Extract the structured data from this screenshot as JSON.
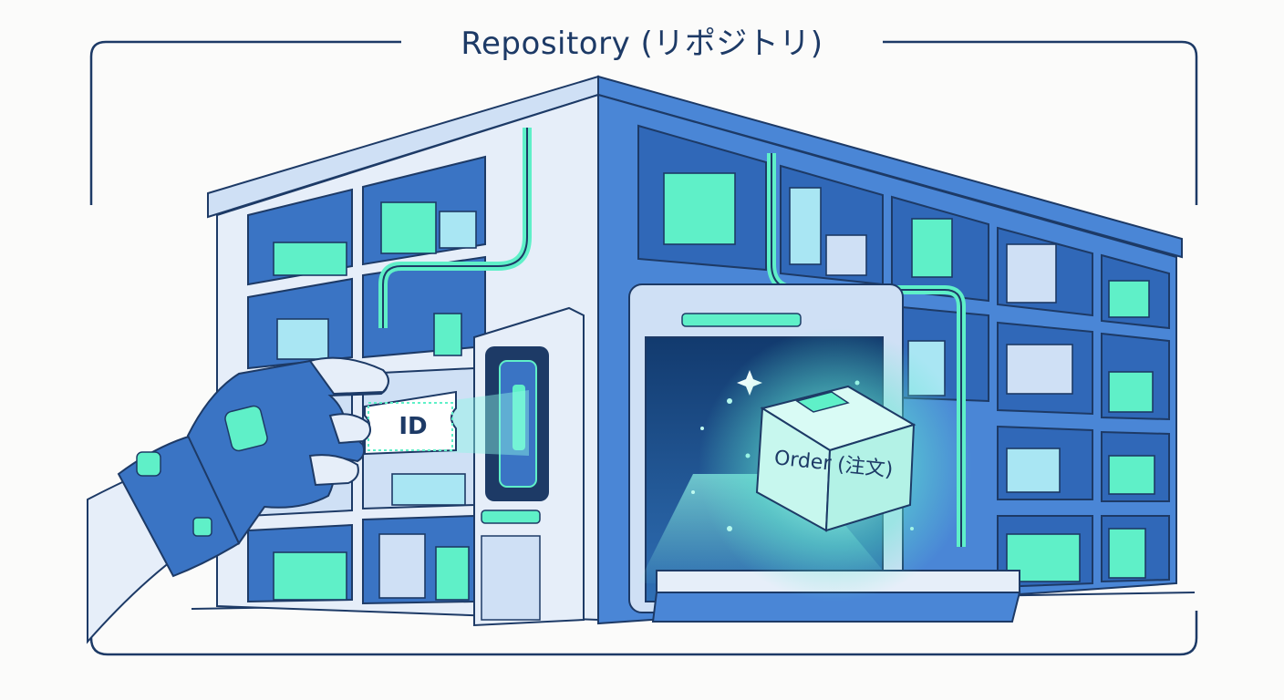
{
  "title": "Repository (リポジトリ)",
  "labels": {
    "id_ticket": "ID",
    "order_box": "Order (注文)"
  },
  "colors": {
    "navy": "#1d3a66",
    "blue": "#4a86d6",
    "light_blue": "#cfe0f5",
    "teal": "#5ff0c8",
    "glow": "#a8fff0",
    "background": "#fbfbfa"
  },
  "icons": {
    "hand": "robotic-hand-icon",
    "ticket": "id-ticket-icon",
    "box": "order-box-icon",
    "terminal": "scanner-terminal-icon"
  }
}
